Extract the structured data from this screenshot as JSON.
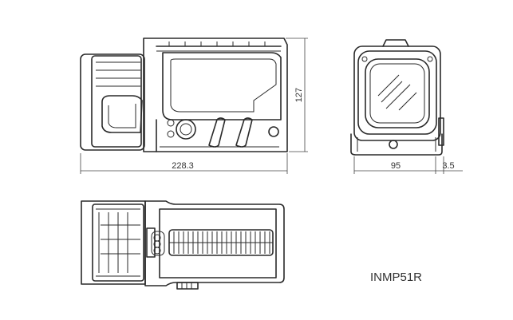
{
  "dimensions": {
    "length": "228.3",
    "height": "127",
    "width": "95",
    "offset": "3.5"
  },
  "model": "INMP51R"
}
